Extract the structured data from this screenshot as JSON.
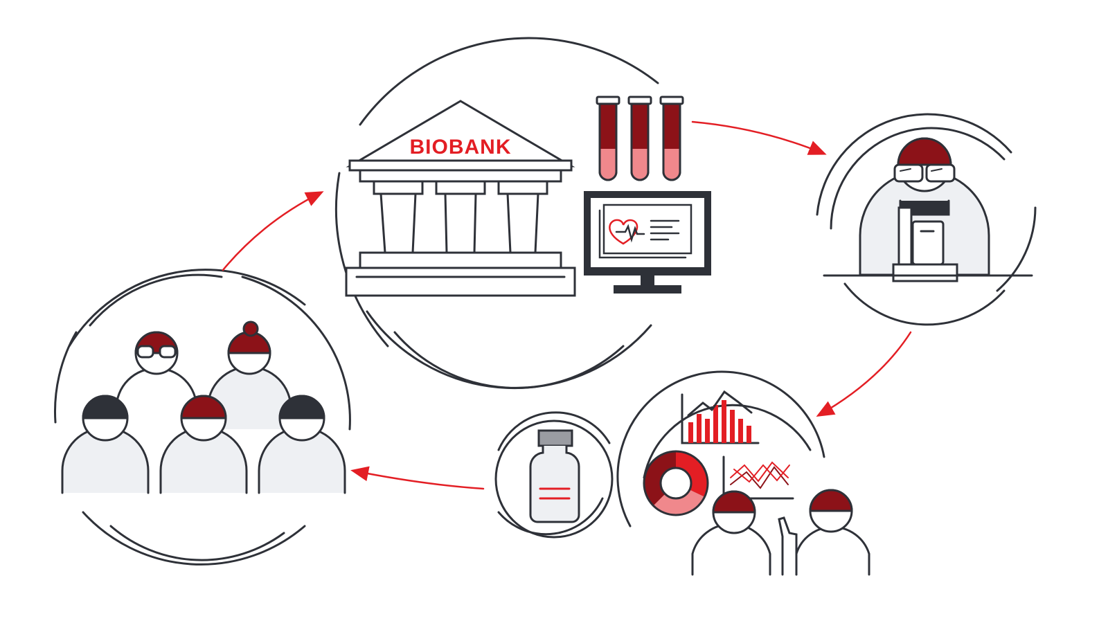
{
  "colors": {
    "line": "#2e3138",
    "red": "#e31e24",
    "dark_red": "#8c1218",
    "pink": "#f0888c",
    "light_fill": "#eef0f3",
    "white": "#ffffff"
  },
  "biobank": {
    "label": "BIOBANK"
  },
  "icons": [
    "biobank-building-icon",
    "blood-test-tubes-icon",
    "health-record-monitor-icon",
    "heart-pulse-icon",
    "lab-researcher-microscope-icon",
    "medicine-vial-icon",
    "bar-chart-icon",
    "donut-chart-icon",
    "line-chart-icon",
    "analysts-icon",
    "community-people-icon"
  ],
  "flow": [
    "community-people",
    "biobank",
    "lab-research",
    "data-analysis",
    "medicine",
    "community-people"
  ]
}
